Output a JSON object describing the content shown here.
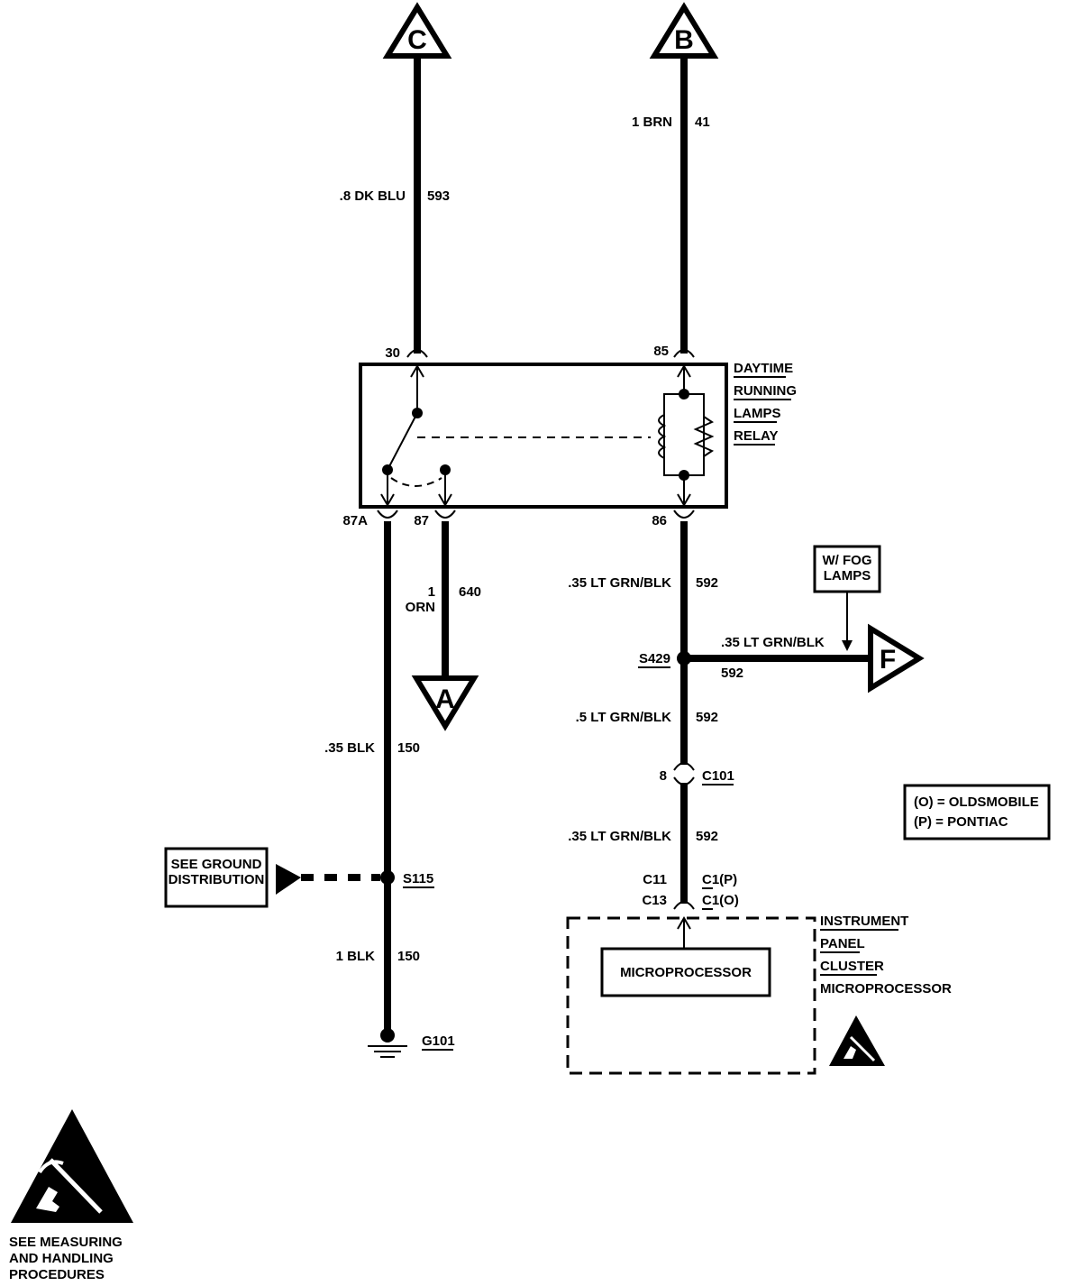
{
  "connectors": {
    "c": "C",
    "b": "B",
    "a": "A",
    "f": "F"
  },
  "wires": {
    "w593": {
      "gauge": ".8 DK BLU",
      "circuit": "593"
    },
    "w41": {
      "gauge": "1 BRN",
      "circuit": "41"
    },
    "w640": {
      "gauge": "1",
      "color": "ORN",
      "circuit": "640"
    },
    "w592_top": {
      "gauge": ".35 LT GRN/BLK",
      "circuit": "592"
    },
    "w592_fog": {
      "gauge": ".35 LT GRN/BLK",
      "circuit": "592"
    },
    "w592_mid": {
      "gauge": ".5 LT GRN/BLK",
      "circuit": "592"
    },
    "w592_bot": {
      "gauge": ".35 LT GRN/BLK",
      "circuit": "592"
    },
    "w150_top": {
      "gauge": ".35 BLK",
      "circuit": "150"
    },
    "w150_bot": {
      "gauge": "1 BLK",
      "circuit": "150"
    }
  },
  "pins": {
    "p30": "30",
    "p85": "85",
    "p87a": "87A",
    "p87": "87",
    "p86": "86",
    "p8": "8",
    "c11": "C11",
    "c13": "C13",
    "c1p": "C1(P)",
    "c1o": "C1(O)"
  },
  "splices": {
    "s429": "S429",
    "s115": "S115",
    "c101": "C101",
    "g101": "G101"
  },
  "relay": {
    "line1": "DAYTIME",
    "line2": "RUNNING",
    "line3": "LAMPS",
    "line4": "RELAY"
  },
  "fog_note": {
    "line1": "W/ FOG",
    "line2": "LAMPS"
  },
  "ground_note": {
    "line1": "SEE GROUND",
    "line2": "DISTRIBUTION"
  },
  "legend": {
    "line1": "(O) = OLDSMOBILE",
    "line2": "(P) = PONTIAC"
  },
  "ipc": {
    "line1": "INSTRUMENT",
    "line2": "PANEL",
    "line3": "CLUSTER",
    "line4": "MICROPROCESSOR",
    "inner": "MICROPROCESSOR"
  },
  "esd_note": {
    "line1": "SEE MEASURING",
    "line2": "AND HANDLING",
    "line3": "PROCEDURES"
  }
}
